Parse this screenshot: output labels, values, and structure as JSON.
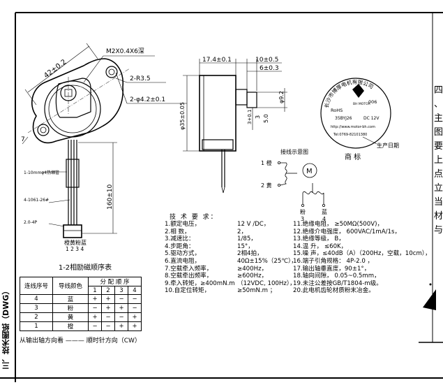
{
  "side_title": "三、技术图纸（DWG）",
  "drawing": {
    "front_view": {
      "callout_screw": "M2X0.4X6深",
      "callout_radius": "2-R3.5",
      "callout_hole": "2-φ4.2±0.1",
      "dim_pitch": "42±0.2",
      "dim_edge": "7",
      "wire_1": "1-10mmφ4热缩管",
      "wire_2": "4-1061-26#",
      "wire_3": "2.0-4P",
      "dim_lead": "160±10",
      "wire_colors": "橙黄粉蓝",
      "pin_numbers": "1 2 3 4"
    },
    "side_view": {
      "dim_length": "17.4±0.1",
      "dim_shaft": "10±0.5",
      "dim_flat": "6±0.3",
      "dim_dia": "φ35±0.05",
      "dim_shaft_dia": "φ9.2",
      "dim_3": "3",
      "dim_5": "5.0",
      "dim_31": "3+0.1"
    },
    "label": {
      "company": "长沙市博厚电机有限公司",
      "brand": "BH MOTOR",
      "code": "006",
      "rohs": "RoHS",
      "model": "35BYJ26",
      "voltage": "DC 12V",
      "url": "http://www.motor-bh.com",
      "tel": "Tel:0769-82101380",
      "production_date": "生产日期",
      "trademark": "商        标"
    },
    "wiring": {
      "title": "接线示意图",
      "w1": "1 橙",
      "w2": "2 黄",
      "w3": "粉",
      "w4": "蓝",
      "n3": "3",
      "n4": "4",
      "motor": "M"
    }
  },
  "sequence_table": {
    "title": "1-2相励磁顺序表",
    "headers": [
      "连线序号",
      "导线颜色",
      "分 配 顺 序"
    ],
    "steps": [
      "1",
      "2",
      "3",
      "4"
    ],
    "rows": [
      [
        "4",
        "蓝",
        "+",
        "+",
        "−",
        "−"
      ],
      [
        "3",
        "粉",
        "−",
        "+",
        "+",
        "−"
      ],
      [
        "2",
        "黄",
        "+",
        "−",
        "−",
        "+"
      ],
      [
        "1",
        "橙",
        "−",
        "−",
        "+",
        "+"
      ]
    ],
    "direction_note": "从输出轴方向看 ——— 顺时针方向（CW）"
  },
  "spec": {
    "title": "技 术 要 求：",
    "left": [
      {
        "k": "1.额定电压，",
        "v": "12 V /DC，"
      },
      {
        "k": "2.相      数，",
        "v": "2，"
      },
      {
        "k": "3.减速比：",
        "v": "1/85，"
      },
      {
        "k": "4.步距角：",
        "v": "15°，"
      },
      {
        "k": "5.驱动方式，",
        "v": "2相4拍，"
      },
      {
        "k": "6.直流电阻，",
        "v": "40Ω±15%（25℃），"
      },
      {
        "k": "7.空载牵入频率，",
        "v": "≥400Hz，"
      },
      {
        "k": "8.空载牵出频率，",
        "v": "≥600Hz，"
      },
      {
        "k": "9.牵入转矩，≥400mN.m",
        "v": "（12VDC, 100Hz），"
      },
      {
        "k": "10.自定位转矩，",
        "v": "≥50mN.m    ；"
      }
    ],
    "right": [
      "11.绝缘电阻，          ≥50MΩ(500V)，",
      "12.绝缘介电强度，      600VAC/1mA/1s，",
      "13.绝缘等级，          B，",
      "14.温   升，           ≤60K，",
      "15.噪   声，≤40dB（A）（200Hz，空载，10cm），",
      "16.端子引角规格：  4P-2.0 ，",
      "17.输出轴垂直度，90±1°，",
      "18.轴向间隙，    0.05~0.5mm，",
      "19.未注公差按GB/T1804-m级。",
      "20.此电机齿轮材质粉末冶金。"
    ]
  },
  "side_glyphs": [
    "四",
    "、",
    "主",
    "图",
    "要",
    "上",
    "点",
    "立",
    "当",
    "材",
    "与"
  ]
}
